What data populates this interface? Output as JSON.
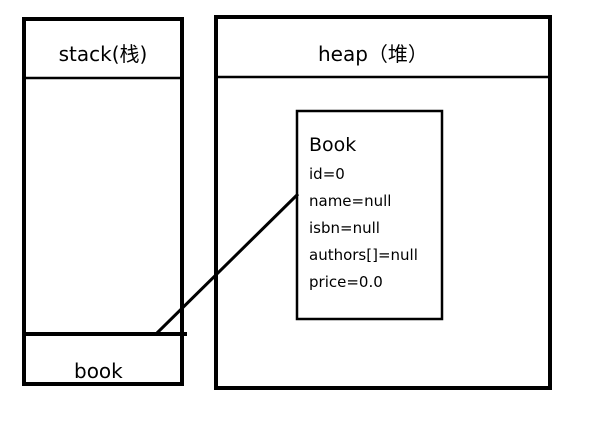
{
  "stack": {
    "title": "stack(栈)",
    "variable": "book"
  },
  "heap": {
    "title": "heap（堆）",
    "object": {
      "class_name": "Book",
      "fields": [
        "id=0",
        "name=null",
        "isbn=null",
        "authors[]=null",
        "price=0.0"
      ]
    }
  }
}
